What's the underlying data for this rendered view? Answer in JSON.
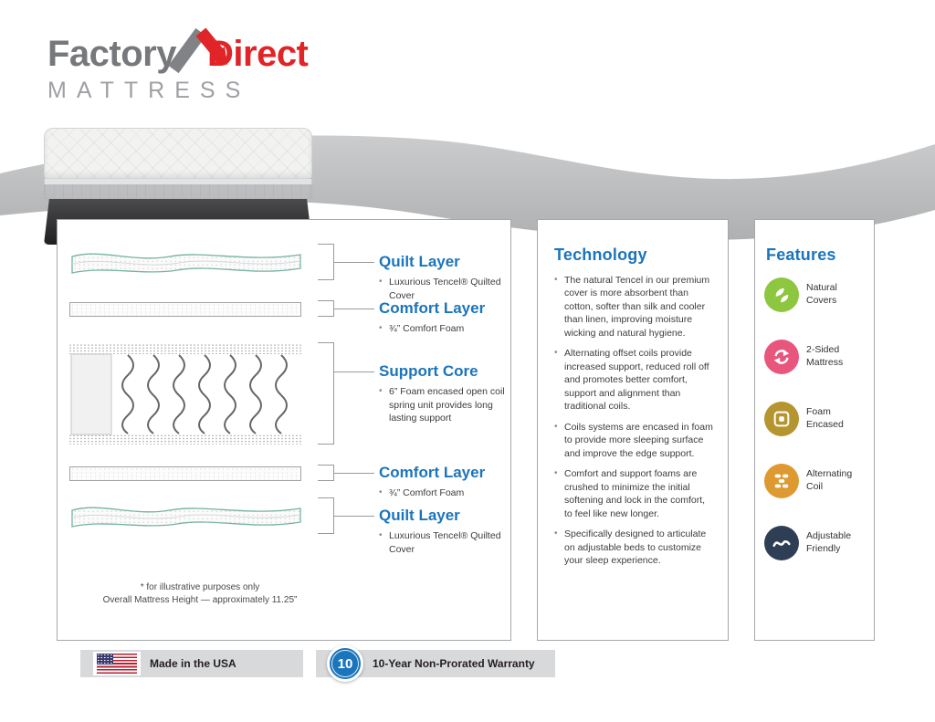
{
  "logo": {
    "factory": "Factory",
    "direct": "Direct",
    "mattress": "MATTRESS",
    "icon": "roof-arrow-icon",
    "factory_color": "#77787b",
    "direct_color": "#e02427",
    "mattress_color": "#9ea0a3"
  },
  "colors": {
    "heading_blue": "#1b75bc",
    "wave_gray": "#bdbfc1",
    "panel_border": "#a6a8ab",
    "footer_bar_gray": "#d8d9db",
    "body_text": "#3c3c3c"
  },
  "diagram": {
    "callouts": [
      {
        "title": "Quilt Layer",
        "bullets": [
          "Luxurious Tencel® Quilted Cover"
        ]
      },
      {
        "title": "Comfort Layer",
        "bullets": [
          "¾” Comfort Foam"
        ]
      },
      {
        "title": "Support Core",
        "bullets": [
          "6” Foam encased open coil spring unit provides long lasting support"
        ]
      },
      {
        "title": "Comfort Layer",
        "bullets": [
          "¾” Comfort Foam"
        ]
      },
      {
        "title": "Quilt Layer",
        "bullets": [
          "Luxurious Tencel® Quilted Cover"
        ]
      }
    ],
    "footnote_line1": "* for illustrative purposes only",
    "footnote_line2": "Overall Mattress Height — approximately 11.25”"
  },
  "technology": {
    "title": "Technology",
    "bullets": [
      "The natural Tencel in our premium cover is more absorbent than cotton, softer than silk and cooler than linen, improving moisture wicking and natural hygiene.",
      "Alternating offset coils provide increased support, reduced roll off and promotes better comfort, support and alignment than traditional coils.",
      "Coils systems are encased in foam to provide more sleeping surface and improve the edge support.",
      "Comfort and support foams are crushed to minimize the initial softening and lock in the comfort, to feel like new longer.",
      "Specifically designed to articulate on adjustable beds to customize your sleep experience."
    ]
  },
  "features": {
    "title": "Features",
    "items": [
      {
        "label": "Natural Covers",
        "icon": "leaf-icon",
        "color": "#8dc63f"
      },
      {
        "label": "2-Sided Mattress",
        "icon": "two-sided-rotate-icon",
        "color": "#e8557d"
      },
      {
        "label": "Foam Encased",
        "icon": "foam-encased-icon",
        "color": "#b5952f"
      },
      {
        "label": "Alternating Coil",
        "icon": "alternating-coil-icon",
        "color": "#de9a31"
      },
      {
        "label": "Adjustable Friendly",
        "icon": "adjustable-bed-icon",
        "color": "#2d3e55"
      }
    ]
  },
  "footer": {
    "made_in_usa": "Made in the USA",
    "flag_icon": "us-flag-icon",
    "badge_icon": "warranty-seal-icon",
    "badge_number": "10",
    "warranty_text": "10-Year Non-Prorated Warranty"
  }
}
